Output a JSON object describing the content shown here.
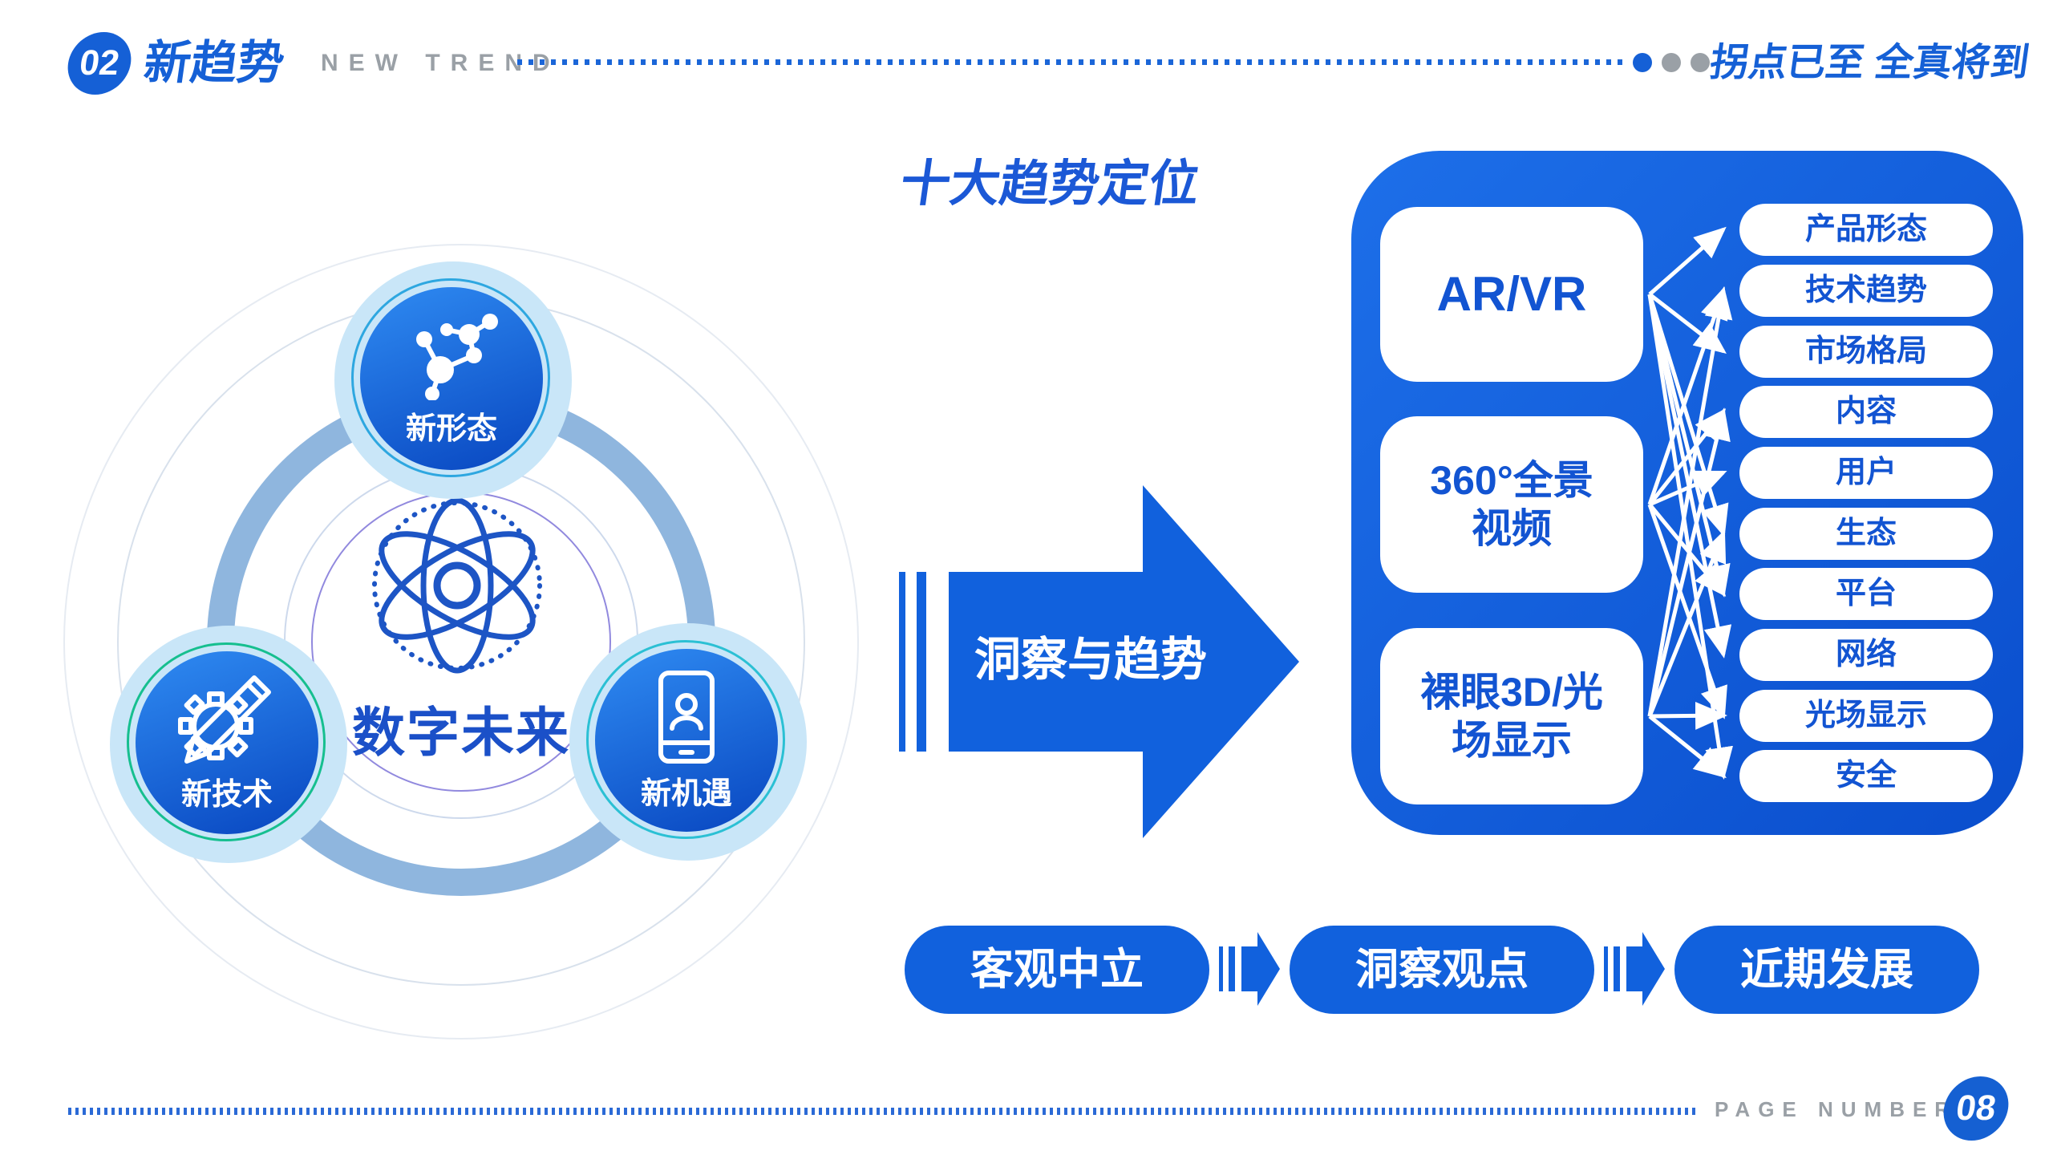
{
  "colors": {
    "primary_blue": "#1161dd",
    "deep_blue": "#0a4ecd",
    "badge_blue": "#1560d6",
    "text_blue": "#1254d2",
    "gray_text": "#9aa0a6",
    "ring_steel_blue": "#8fb6de",
    "node_pale_blue": "#c9e6f8",
    "node_ring_top": "#2ea7e0",
    "node_ring_left": "#16bf8f",
    "node_ring_right": "#2bc0d4",
    "purple_circle": "#9189de"
  },
  "header": {
    "section_number": "02",
    "title_cn": "新趋势",
    "title_en": "NEW TREND",
    "slogan": "拐点已至 全真将到"
  },
  "diagram": {
    "center_label": "数字未来",
    "center_icon": "atom-icon",
    "nodes": [
      {
        "label": "新形态",
        "icon": "molecule-icon"
      },
      {
        "label": "新技术",
        "icon": "gear-pencil-icon"
      },
      {
        "label": "新机遇",
        "icon": "mobile-user-icon"
      }
    ]
  },
  "arrow": {
    "label": "洞察与趋势"
  },
  "panel": {
    "title": "十大趋势定位",
    "sources": [
      {
        "lines": [
          "AR/VR"
        ]
      },
      {
        "lines": [
          "360°全景",
          "视频"
        ]
      },
      {
        "lines": [
          "裸眼3D/光",
          "场显示"
        ]
      }
    ],
    "targets": [
      "产品形态",
      "技术趋势",
      "市场格局",
      "内容",
      "用户",
      "生态",
      "平台",
      "网络",
      "光场显示",
      "安全"
    ],
    "connections": [
      {
        "from": 0,
        "to": [
          0,
          2,
          5,
          6,
          7,
          9
        ]
      },
      {
        "from": 1,
        "to": [
          1,
          3,
          4,
          6,
          8
        ]
      },
      {
        "from": 2,
        "to": [
          1,
          3,
          5,
          8,
          9
        ]
      }
    ]
  },
  "flow": {
    "steps": [
      "客观中立",
      "洞察观点",
      "近期发展"
    ]
  },
  "footer": {
    "label": "PAGE NUMBER",
    "page_number": "08"
  }
}
